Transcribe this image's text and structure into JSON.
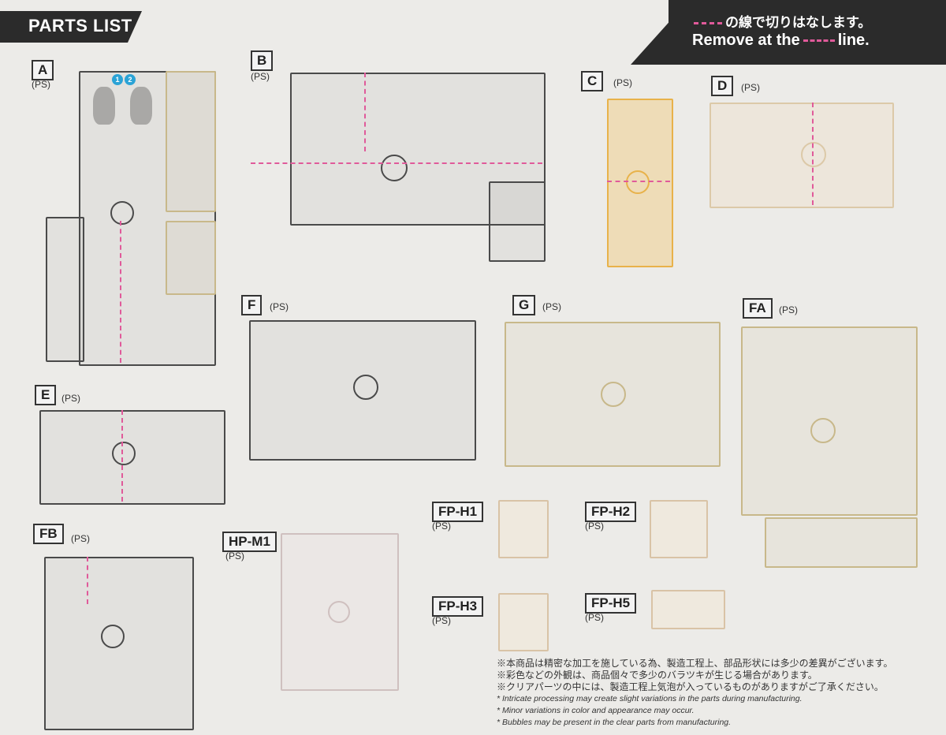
{
  "header": {
    "title": "PARTS LIST"
  },
  "banner": {
    "jp": "の線で切りはなします。",
    "en_before": "Remove at the",
    "en_after": "line."
  },
  "material": "(PS)",
  "sprues": [
    {
      "id": "A",
      "label": "A"
    },
    {
      "id": "B",
      "label": "B"
    },
    {
      "id": "C",
      "label": "C"
    },
    {
      "id": "D",
      "label": "D"
    },
    {
      "id": "E",
      "label": "E"
    },
    {
      "id": "F",
      "label": "F"
    },
    {
      "id": "G",
      "label": "G"
    },
    {
      "id": "FA",
      "label": "FA"
    },
    {
      "id": "FB",
      "label": "FB"
    },
    {
      "id": "HP-M1",
      "label": "HP-M1"
    },
    {
      "id": "FP-H1",
      "label": "FP-H1"
    },
    {
      "id": "FP-H2",
      "label": "FP-H2"
    },
    {
      "id": "FP-H3",
      "label": "FP-H3"
    },
    {
      "id": "FP-H5",
      "label": "FP-H5"
    }
  ],
  "notes": {
    "jp1": "※本商品は精密な加工を施している為、製造工程上、部品形状には多少の差異がございます。",
    "jp2": "※彩色などの外観は、商品個々で多少のバラツキが生じる場合があります。",
    "jp3": "※クリアパーツの中には、製造工程上気泡が入っているものがありますがご了承ください。",
    "en1": "* Intricate processing may create slight variations in the parts during manufacturing.",
    "en2": "* Minor variations in color and appearance may occur.",
    "en3": "* Bubbles may be present in the clear parts from manufacturing."
  }
}
